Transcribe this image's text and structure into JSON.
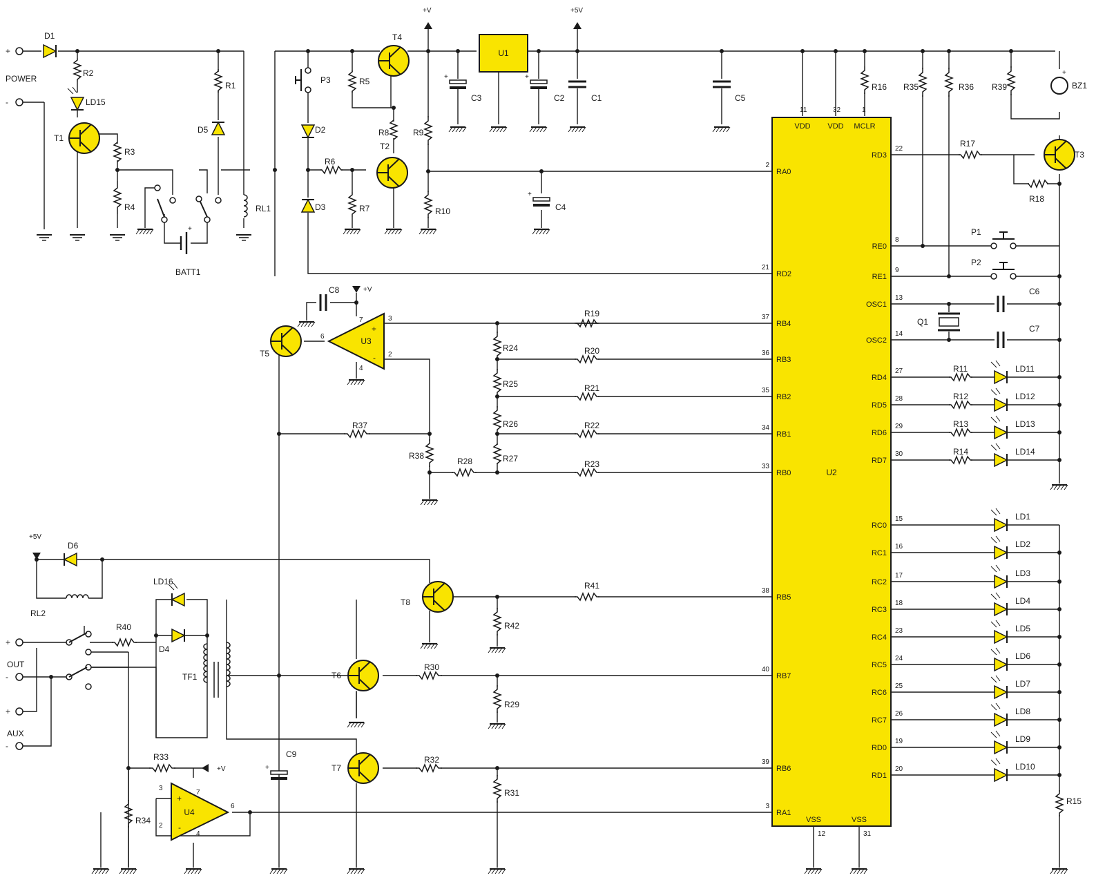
{
  "schematic": {
    "connectors": {
      "power": {
        "label": "POWER",
        "plus": "+",
        "minus": "-"
      },
      "out": {
        "label": "OUT",
        "plus": "+",
        "minus": "-"
      },
      "aux": {
        "label": "AUX",
        "plus": "+",
        "minus": "-"
      }
    },
    "rails": {
      "vplus": "+V",
      "v5": "+5V"
    },
    "mcu": {
      "name": "U2",
      "pins_left": [
        {
          "num": "2",
          "name": "RA0"
        },
        {
          "num": "21",
          "name": "RD2"
        },
        {
          "num": "37",
          "name": "RB4"
        },
        {
          "num": "36",
          "name": "RB3"
        },
        {
          "num": "35",
          "name": "RB2"
        },
        {
          "num": "34",
          "name": "RB1"
        },
        {
          "num": "33",
          "name": "RB0"
        },
        {
          "num": "38",
          "name": "RB5"
        },
        {
          "num": "40",
          "name": "RB7"
        },
        {
          "num": "39",
          "name": "RB6"
        },
        {
          "num": "3",
          "name": "RA1"
        }
      ],
      "pins_right": [
        {
          "num": "22",
          "name": "RD3"
        },
        {
          "num": "8",
          "name": "RE0"
        },
        {
          "num": "9",
          "name": "RE1"
        },
        {
          "num": "13",
          "name": "OSC1"
        },
        {
          "num": "14",
          "name": "OSC2"
        },
        {
          "num": "27",
          "name": "RD4"
        },
        {
          "num": "28",
          "name": "RD5"
        },
        {
          "num": "29",
          "name": "RD6"
        },
        {
          "num": "30",
          "name": "RD7"
        },
        {
          "num": "15",
          "name": "RC0"
        },
        {
          "num": "16",
          "name": "RC1"
        },
        {
          "num": "17",
          "name": "RC2"
        },
        {
          "num": "18",
          "name": "RC3"
        },
        {
          "num": "23",
          "name": "RC4"
        },
        {
          "num": "24",
          "name": "RC5"
        },
        {
          "num": "25",
          "name": "RC6"
        },
        {
          "num": "26",
          "name": "RC7"
        },
        {
          "num": "19",
          "name": "RD0"
        },
        {
          "num": "20",
          "name": "RD1"
        }
      ],
      "pins_top": [
        {
          "num": "11",
          "name": "VDD"
        },
        {
          "num": "32",
          "name": "VDD"
        },
        {
          "num": "1",
          "name": "MCLR"
        }
      ],
      "pins_bottom": [
        {
          "num": "12",
          "name": "VSS"
        },
        {
          "num": "31",
          "name": "VSS"
        }
      ]
    },
    "regulator": "U1",
    "opamps": {
      "u3": {
        "name": "U3",
        "pin_out": "6",
        "pin_plus": "3",
        "pin_minus": "2",
        "pin_vcc": "7",
        "pin_gnd": "4"
      },
      "u4": {
        "name": "U4",
        "pin_out": "6",
        "pin_plus": "3",
        "pin_minus": "2",
        "pin_vcc": "7",
        "pin_gnd": "4"
      }
    },
    "polarity": {
      "plus": "+",
      "minus": "-"
    },
    "labels": {
      "D1": "D1",
      "D3": "D3",
      "D2": "D2",
      "D4": "D4",
      "D5": "D5",
      "D6": "D6",
      "R1": "R1",
      "R2": "R2",
      "R3": "R3",
      "R4": "R4",
      "R5": "R5",
      "R6": "R6",
      "R7": "R7",
      "R8": "R8",
      "R9": "R9",
      "R10": "R10",
      "R11": "R11",
      "R12": "R12",
      "R13": "R13",
      "R14": "R14",
      "R15": "R15",
      "R16": "R16",
      "R17": "R17",
      "R18": "R18",
      "R19": "R19",
      "R20": "R20",
      "R21": "R21",
      "R22": "R22",
      "R23": "R23",
      "R24": "R24",
      "R25": "R25",
      "R26": "R26",
      "R27": "R27",
      "R28": "R28",
      "R29": "R29",
      "R30": "R30",
      "R31": "R31",
      "R32": "R32",
      "R33": "R33",
      "R34": "R34",
      "R35": "R35",
      "R36": "R36",
      "R37": "R37",
      "R38": "R38",
      "R39": "R39",
      "R40": "R40",
      "R41": "R41",
      "R42": "R42",
      "C1": "C1",
      "C2": "C2",
      "C3": "C3",
      "C4": "C4",
      "C5": "C5",
      "C6": "C6",
      "C7": "C7",
      "C8": "C8",
      "C9": "C9",
      "T1": "T1",
      "T2": "T2",
      "T3": "T3",
      "T4": "T4",
      "T5": "T5",
      "T6": "T6",
      "T7": "T7",
      "T8": "T8",
      "LD1": "LD1",
      "LD2": "LD2",
      "LD3": "LD3",
      "LD4": "LD4",
      "LD5": "LD5",
      "LD6": "LD6",
      "LD7": "LD7",
      "LD8": "LD8",
      "LD9": "LD9",
      "LD10": "LD10",
      "LD11": "LD11",
      "LD12": "LD12",
      "LD13": "LD13",
      "LD14": "LD14",
      "LD15": "LD15",
      "LD16": "LD16",
      "P1": "P1",
      "P2": "P2",
      "P3": "P3",
      "Q1": "Q1",
      "BZ1": "BZ1",
      "RL1": "RL1",
      "RL2": "RL2",
      "TF1": "TF1",
      "BATT1": "BATT1"
    }
  }
}
